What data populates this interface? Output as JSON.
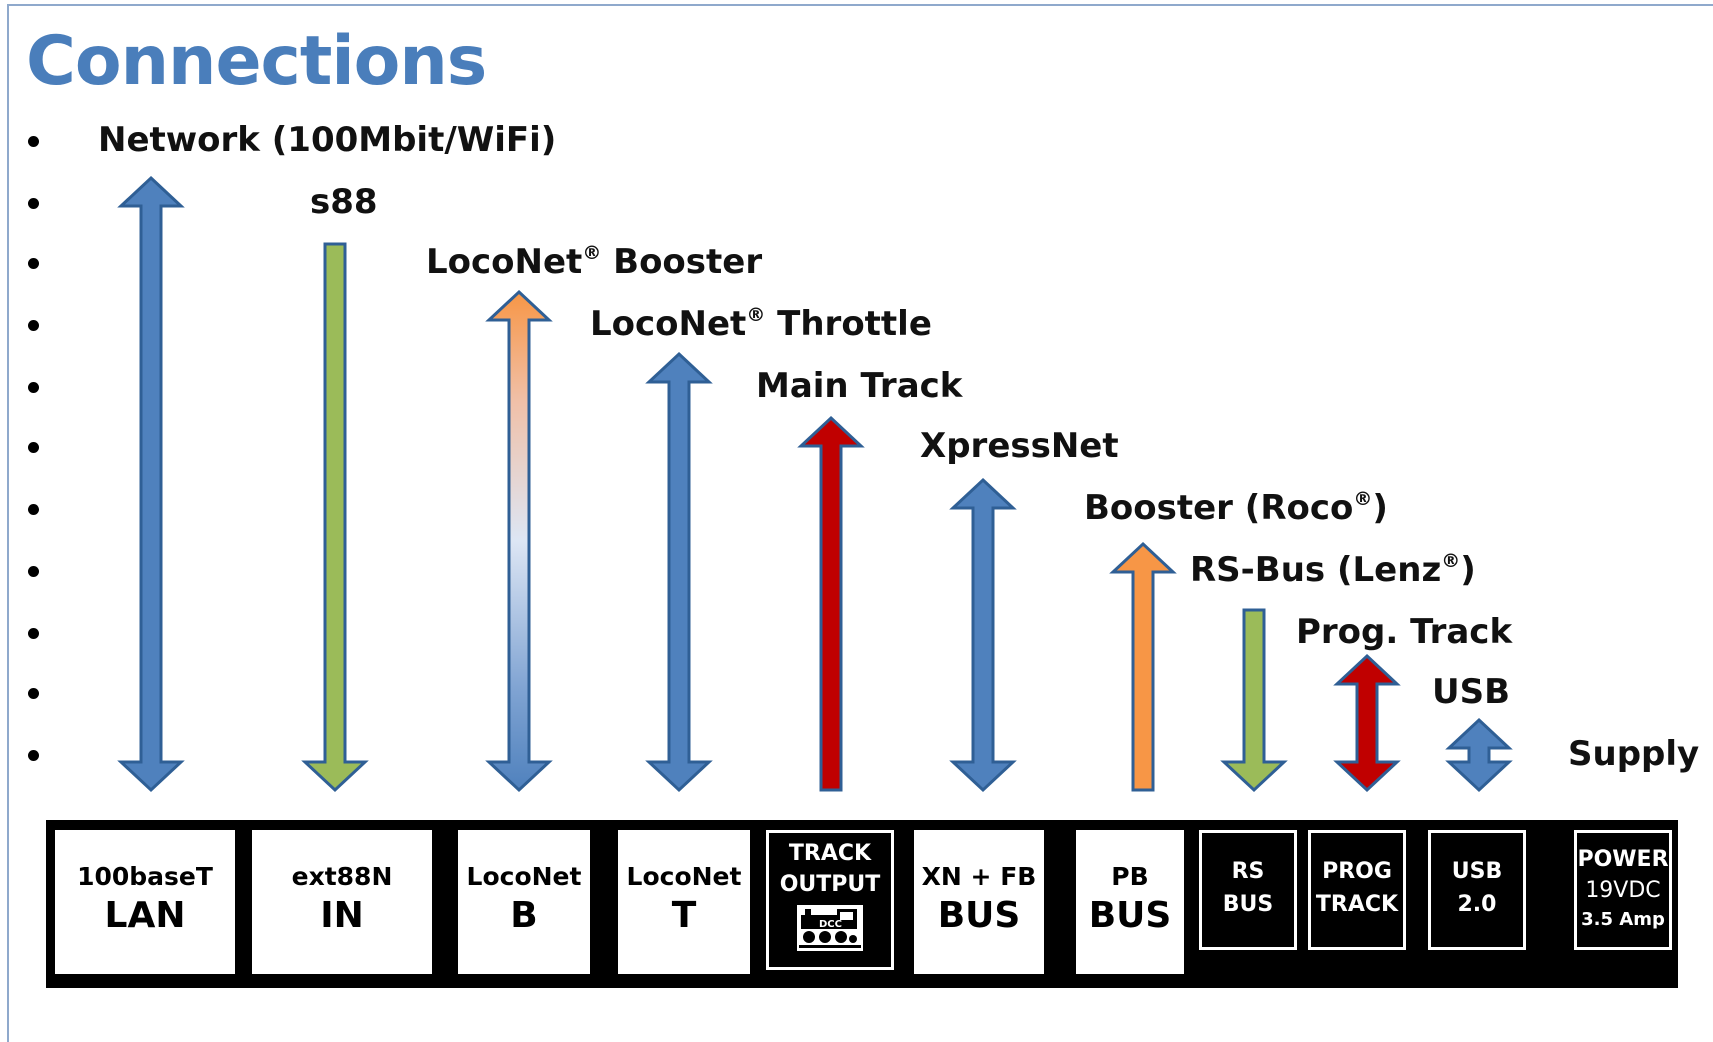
{
  "title": "Connections",
  "connections": [
    {
      "label": "Network (100Mbit/WiFi)",
      "mark": "",
      "after": ""
    },
    {
      "label": "s88",
      "mark": "",
      "after": ""
    },
    {
      "label": "LocoNet",
      "mark": "®",
      "after": " Booster"
    },
    {
      "label": "LocoNet",
      "mark": "®",
      "after": " Throttle"
    },
    {
      "label": "Main Track",
      "mark": "",
      "after": ""
    },
    {
      "label": "XpressNet",
      "mark": "",
      "after": ""
    },
    {
      "label": "Booster (Roco",
      "mark": "®",
      "after": ")"
    },
    {
      "label": "RS-Bus (Lenz",
      "mark": "®",
      "after": ")"
    },
    {
      "label": "Prog. Track",
      "mark": "",
      "after": ""
    },
    {
      "label": "USB",
      "mark": "",
      "after": ""
    },
    {
      "label": "Supply",
      "mark": "",
      "after": ""
    }
  ],
  "ports": [
    {
      "top": "100baseT",
      "bottom": "LAN"
    },
    {
      "top": "ext88N",
      "bottom": "IN"
    },
    {
      "top": "LocoNet",
      "bottom": "B"
    },
    {
      "top": "LocoNet",
      "bottom": "T"
    },
    {
      "top": "TRACK",
      "bottom": "OUTPUT",
      "logo": "DCC"
    },
    {
      "top": "XN + FB",
      "bottom": "BUS"
    },
    {
      "top": "PB",
      "bottom": "BUS"
    },
    {
      "top": "RS",
      "bottom": "BUS"
    },
    {
      "top": "PROG",
      "bottom": "TRACK"
    },
    {
      "top": "USB",
      "bottom": "2.0"
    },
    {
      "top": "POWER",
      "middle": "19VDC",
      "bottom": "3.5 Amp"
    }
  ],
  "colors": {
    "title": "#4a7ebb",
    "blue": "#4f81bd",
    "blue_edge": "#2f5f95",
    "green": "#9bbb59",
    "orange": "#f79646",
    "red": "#c00000",
    "panel": "#000000"
  },
  "arrow_kinds": [
    "both",
    "down",
    "both",
    "both",
    "up",
    "both",
    "up",
    "down",
    "both",
    "both"
  ]
}
